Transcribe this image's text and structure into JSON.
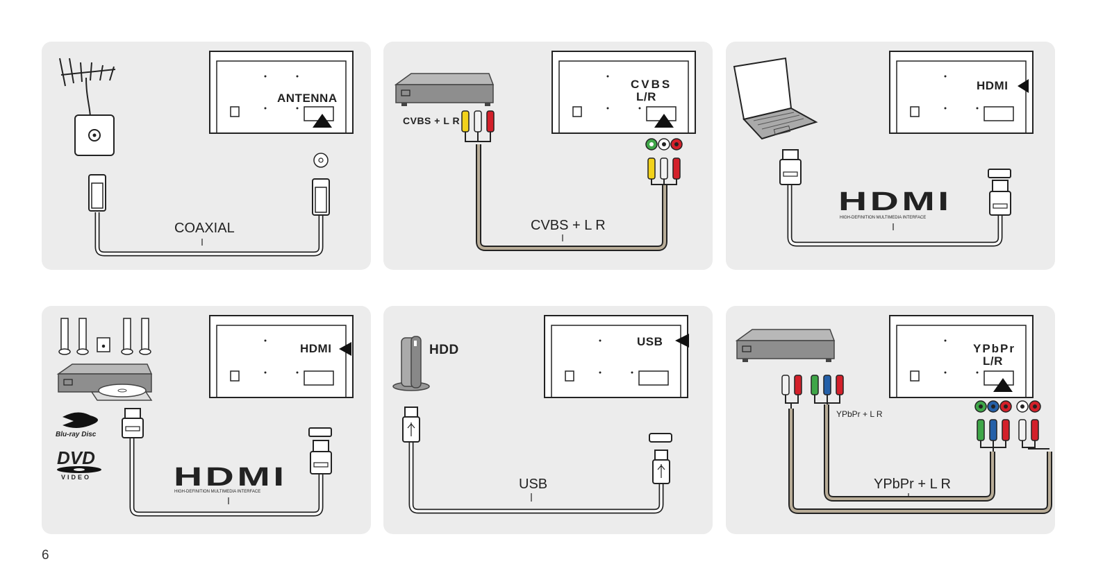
{
  "page": {
    "number": "6"
  },
  "panels": [
    {
      "id": "antenna",
      "port_label": "ANTENNA",
      "cable_label": "COAXIAL"
    },
    {
      "id": "cvbs",
      "port_label_line1": "CVBS",
      "port_label_line2": "L/R",
      "cable_label": "CVBS + L R",
      "device_plug_label": "CVBS + L R"
    },
    {
      "id": "hdmi-laptop",
      "port_label": "HDMI",
      "logo_text": "HDMI",
      "logo_sub": "HIGH-DEFINITION MULTIMEDIA INTERFACE"
    },
    {
      "id": "hdmi-player",
      "port_label": "HDMI",
      "logo_text": "HDMI",
      "logo_sub": "HIGH-DEFINITION MULTIMEDIA INTERFACE",
      "bluray_text": "Blu-ray Disc",
      "dvd_text": "DVD",
      "dvd_sub": "VIDEO"
    },
    {
      "id": "usb",
      "port_label": "USB",
      "device_label": "HDD",
      "cable_label": "USB"
    },
    {
      "id": "ypbpr",
      "port_label_line1": "YPbPr",
      "port_label_line2": "L/R",
      "cable_label": "YPbPr + L R",
      "small_label": "YPbPr + L R"
    }
  ],
  "colors": {
    "panel_bg": "#ececec",
    "cable": "#b9ad98",
    "yellow_plug": "#f2d21b",
    "red_plug": "#d3202a",
    "white_plug": "#f2f2f2",
    "green_plug": "#3fa648",
    "blue_plug": "#2460a8"
  }
}
